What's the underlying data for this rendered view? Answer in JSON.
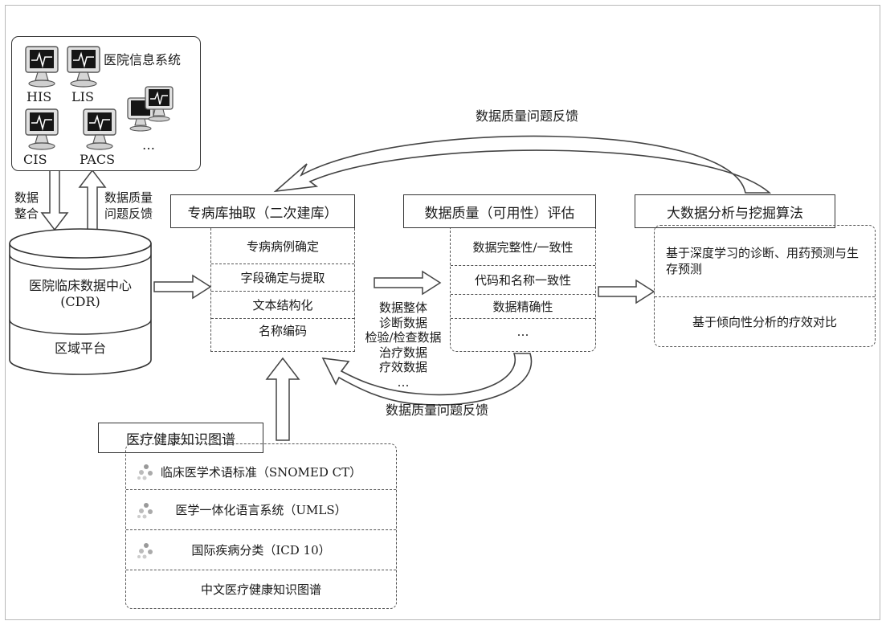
{
  "hospital_systems": {
    "title": "医院信息系统",
    "labels": [
      "HIS",
      "LIS",
      "CIS",
      "PACS",
      "…"
    ]
  },
  "left_arrows": {
    "down_label": [
      "数据",
      "整合"
    ],
    "up_label": [
      "数据质量",
      "问题反馈"
    ]
  },
  "cdr": {
    "name": "医院临床数据中心",
    "abbr": "(CDR)",
    "platform": "区域平台"
  },
  "extraction": {
    "header": "专病库抽取（二次建库）",
    "items": [
      "专病病例确定",
      "字段确定与提取",
      "文本结构化",
      "名称编码"
    ]
  },
  "data_types": [
    "数据整体",
    "诊断数据",
    "检验/检查数据",
    "治疗数据",
    "疗效数据",
    "…"
  ],
  "quality": {
    "header": "数据质量（可用性）评估",
    "items": [
      "数据完整性/一致性",
      "代码和名称一致性",
      "数据精确性",
      "…"
    ]
  },
  "analysis": {
    "header": "大数据分析与挖掘算法",
    "items": [
      "基于深度学习的诊断、用药预测与生存预测",
      "基于倾向性分析的疗效对比"
    ]
  },
  "feedback_top": "数据质量问题反馈",
  "feedback_bottom": "数据质量问题反馈",
  "knowledge": {
    "header": "医疗健康知识图谱",
    "items": [
      "临床医学术语标准（SNOMED CT）",
      "医学一体化语言系统（UMLS）",
      "国际疾病分类（ICD 10）",
      "中文医疗健康知识图谱"
    ]
  }
}
